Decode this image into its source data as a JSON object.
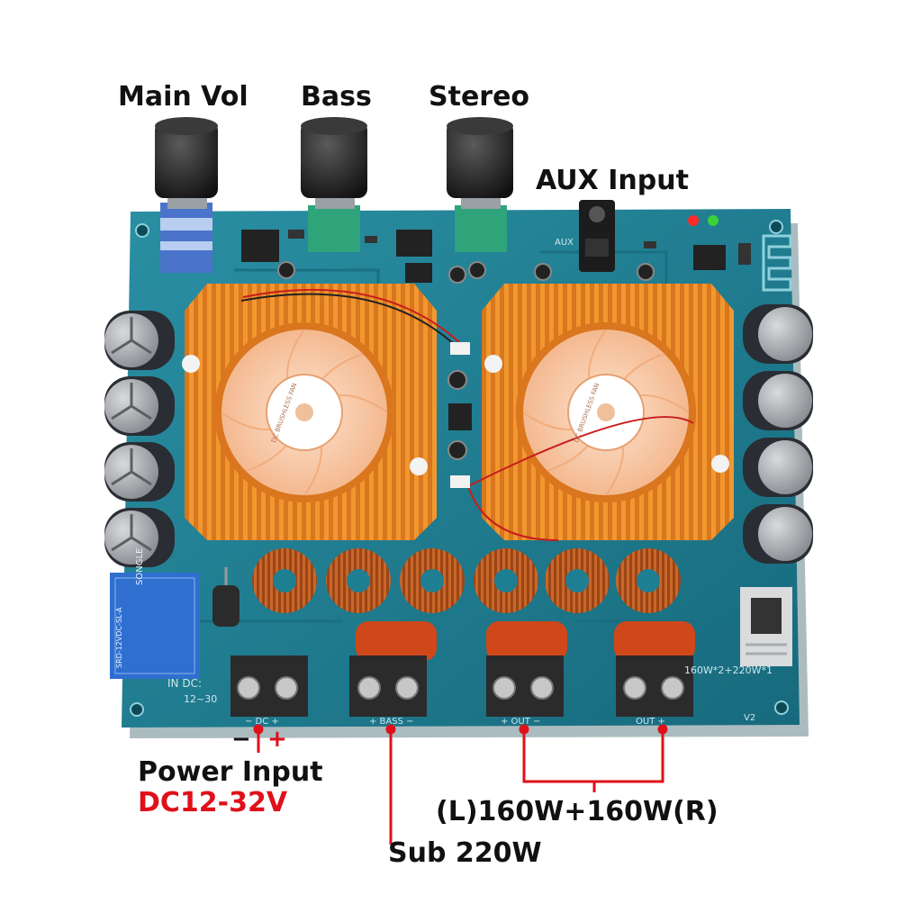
{
  "labels": {
    "main_vol": "Main Vol",
    "bass": "Bass",
    "stereo": "Stereo",
    "aux_input": "AUX Input",
    "power_minus": "−",
    "power_plus": "+",
    "power_input": "Power Input",
    "power_voltage": "DC12-32V",
    "lr_power": "(L)160W+160W(R)",
    "sub_power": "Sub 220W"
  },
  "board_text": {
    "aux": "AUX",
    "rating": "160W*2+220W*1",
    "in_dc": "IN DC:",
    "in_dc_range": "12~30",
    "dc_pins": "− DC +",
    "bass_pins": "+ BASS −",
    "out_left_pins": "+ OUT −",
    "out_right_pins": "OUT +",
    "version": "V2",
    "relay_brand": "SONGLE",
    "relay_model": "SRD-12VDC-SL-A",
    "fan_text": "DC BRUSHLESS FAN"
  },
  "colors": {
    "pcb": "#1e7f93",
    "heatsink": "#e8892c",
    "fan": "#f7c9a8",
    "capacitor": "#2a2d33",
    "coil": "#b4561f",
    "film_cap": "#d0471a",
    "terminal": "#2b2b2b",
    "callout": "#e0101a"
  }
}
